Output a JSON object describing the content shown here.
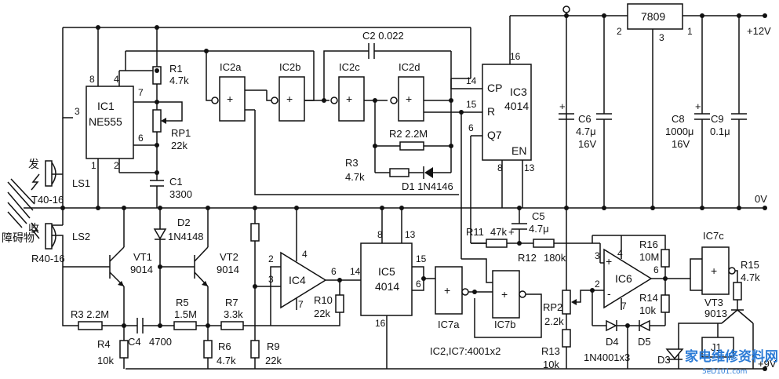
{
  "labels": {
    "ic1_name": "IC1",
    "ic1_part": "NE555",
    "ic1_p8": "8",
    "ic1_p4": "4",
    "ic1_p3": "3",
    "ic1_p7": "7",
    "ic1_p6": "6",
    "ic1_p1": "1",
    "ic1_p2": "2",
    "r1": "R1",
    "r1_val": "4.7k",
    "rp1": "RP1",
    "rp1_val": "22k",
    "c1": "C1",
    "c1_val": "3300",
    "ic2a": "IC2a",
    "ic2b": "IC2b",
    "ic2c": "IC2c",
    "ic2d": "IC2d",
    "c2": "C2  0.022",
    "r2": "R2  2.2M",
    "r3": "R3",
    "r3_val": "4.7k",
    "d1": "D1   1N4146",
    "ic3_name": "IC3",
    "ic3_part": "4014",
    "ic3_p16": "16",
    "ic3_p14": "14",
    "ic3_p15": "15",
    "ic3_p6": "6",
    "ic3_p8": "8",
    "ic3_p13": "13",
    "ic3_cp": "CP",
    "ic3_r": "R",
    "ic3_q7": "Q7",
    "ic3_en": "EN",
    "reg": "7809",
    "reg_p2": "2",
    "reg_p3": "3",
    "reg_p1": "1",
    "plus12": "+12V",
    "c6": "C6",
    "c6_val": "4.7μ",
    "c6_v": "16V",
    "c8": "C8",
    "c8_val": "1000μ",
    "c8_v": "16V",
    "c9": "C9",
    "c9_val": "0.1μ",
    "zero_v": "0V",
    "fa": "发",
    "shou": "收",
    "obstacle": "障碍物",
    "t40": "T40-16",
    "r40": "R40-16",
    "ls1": "LS1",
    "ls2": "LS2",
    "vt1": "VT1",
    "vt1_part": "9014",
    "vt2": "VT2",
    "vt2_part": "9014",
    "d2": "D2",
    "d2_part": "1N4148",
    "r3b": "R3  2.2M",
    "r4": "R4",
    "r4_val": "10k",
    "c4": "C4",
    "c4_val": "4700",
    "r5": "R5",
    "r5_val": "1.5M",
    "r6": "R6",
    "r6_val": "4.7k",
    "r7": "R7",
    "r7_val": "3.3k",
    "r9": "R9",
    "r9_val": "22k",
    "r10": "R10",
    "r10_val": "22k",
    "ic4": "IC4",
    "ic4_p2": "2",
    "ic4_p3": "3",
    "ic4_p4": "4",
    "ic4_p6": "6",
    "ic4_p7": "7",
    "ic5_name": "IC5",
    "ic5_part": "4014",
    "ic5_p8": "8",
    "ic5_p13": "13",
    "ic5_p14": "14",
    "ic5_p15": "15",
    "ic5_p6": "6",
    "ic5_p16": "16",
    "ic7a": "IC7a",
    "ic7b": "IC7b",
    "ic_note": "IC2,IC7:4001x2",
    "r11": "R11",
    "r11_val": "47k",
    "c5": "C5",
    "c5_val": "4.7μ",
    "r12": "R12",
    "r12_val": "180k",
    "rp2": "RP2",
    "rp2_val": "2.2k",
    "r13": "R13",
    "r13_val": "10k",
    "r16": "R16",
    "r16_val": "10M",
    "ic6": "IC6",
    "ic6_p3": "3",
    "ic6_p2": "2",
    "ic6_p4": "4",
    "ic6_p6": "6",
    "ic6_p7": "7",
    "r14": "R14",
    "r14_val": "10k",
    "d4": "D4",
    "d5": "D5",
    "dparts": "1N4001x3",
    "ic7c": "IC7c",
    "r15": "R15",
    "r15_val": "4.7k",
    "vt3": "VT3",
    "vt3_part": "9013",
    "j1": "J1",
    "d3": "D3",
    "plus9": "+9V",
    "watermark": "家电维修资料网",
    "watermark_url": "5eD101.com",
    "plus_sign": "+",
    "minus_sign": "-"
  }
}
